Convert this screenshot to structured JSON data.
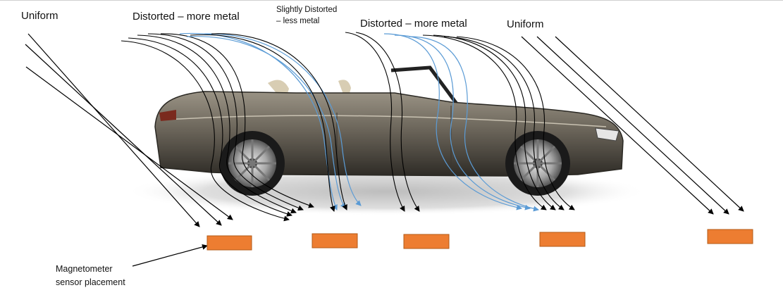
{
  "labels": {
    "uniform_left": "Uniform",
    "distorted_left": "Distorted – more metal",
    "slightly_line1": "Slightly Distorted",
    "slightly_line2": "– less metal",
    "distorted_right": "Distorted – more metal",
    "uniform_right": "Uniform",
    "sensor_line1": "Magnetometer",
    "sensor_line2": "sensor placement"
  },
  "colors": {
    "sensor": "#ed7d31",
    "sensor_border": "#b35a16",
    "arrow_black": "#000000",
    "arrow_blue": "#5b9bd5",
    "car_body": "#6b655a"
  },
  "icons": {
    "car": "convertible-car-illustration",
    "sensor": "magnetometer-sensor-rect"
  }
}
